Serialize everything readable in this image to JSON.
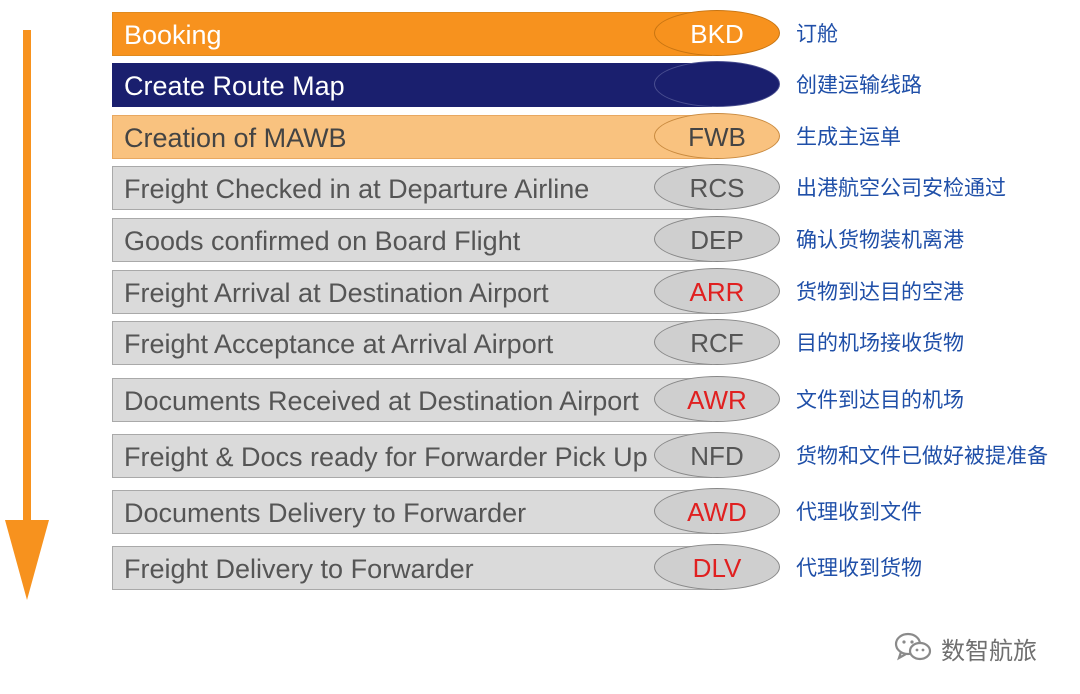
{
  "steps": [
    {
      "label": "Booking",
      "code": "BKD",
      "cn": "订舱",
      "style": "orange",
      "code_red": false
    },
    {
      "label": "Create Route Map",
      "code": "",
      "cn": "创建运输线路",
      "style": "navy",
      "code_red": false
    },
    {
      "label": "Creation of MAWB",
      "code": "FWB",
      "cn": "生成主运单",
      "style": "light",
      "code_red": false
    },
    {
      "label": "Freight Checked in at Departure Airline",
      "code": "RCS",
      "cn": "出港航空公司安检通过",
      "style": "gray",
      "code_red": false
    },
    {
      "label": "Goods confirmed on Board Flight",
      "code": "DEP",
      "cn": "确认货物装机离港",
      "style": "gray",
      "code_red": false
    },
    {
      "label": "Freight Arrival at Destination Airport",
      "code": "ARR",
      "cn": "货物到达目的空港",
      "style": "gray",
      "code_red": true
    },
    {
      "label": "Freight Acceptance at Arrival Airport",
      "code": "RCF",
      "cn": "目的机场接收货物",
      "style": "gray",
      "code_red": false
    },
    {
      "label": "Documents Received at Destination Airport",
      "code": "AWR",
      "cn": "文件到达目的机场",
      "style": "gray",
      "code_red": true
    },
    {
      "label": "Freight & Docs ready for Forwarder Pick Up",
      "code": "NFD",
      "cn": "货物和文件已做好被提准备",
      "style": "gray",
      "code_red": false
    },
    {
      "label": "Documents Delivery to Forwarder",
      "code": "AWD",
      "cn": "代理收到文件",
      "style": "gray",
      "code_red": true
    },
    {
      "label": "Freight Delivery to Forwarder",
      "code": "DLV",
      "cn": "代理收到货物",
      "style": "gray",
      "code_red": true
    }
  ],
  "watermark": {
    "text": "数智航旅",
    "icon": "wechat-icon"
  },
  "colors": {
    "arrow": "#f7921e",
    "orange": "#f7921e",
    "navy": "#1a1f6e",
    "light_orange": "#f9c27f",
    "gray": "#dadada",
    "code_red": "#e02020",
    "chinese_text": "#1f4fa8"
  }
}
